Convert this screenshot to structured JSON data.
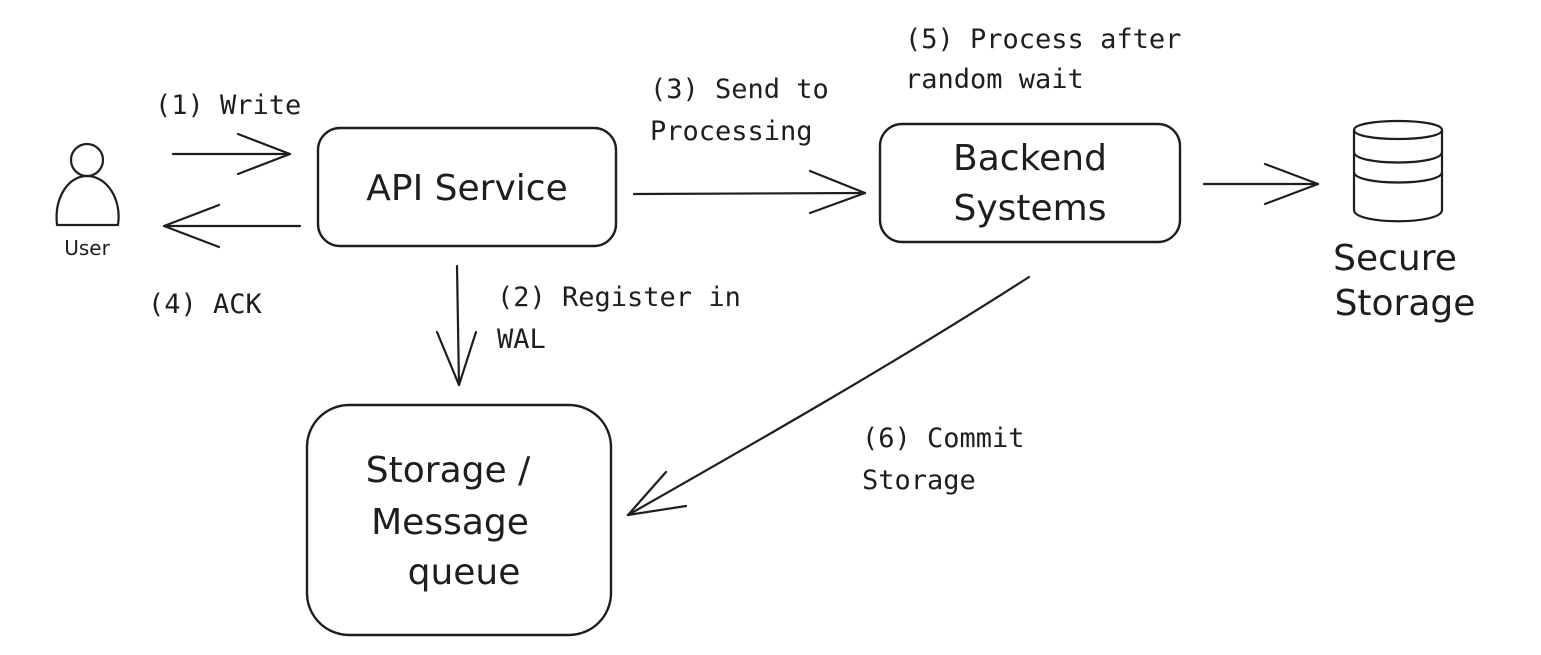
{
  "nodes": {
    "user": {
      "label": "User"
    },
    "api_service": {
      "label": "API Service"
    },
    "backend_systems": {
      "label_line1": "Backend",
      "label_line2": "Systems"
    },
    "storage_queue": {
      "label_line1": "Storage /",
      "label_line2": "Message",
      "label_line3": "queue"
    },
    "secure_storage": {
      "label_line1": "Secure",
      "label_line2": "Storage"
    }
  },
  "edges": {
    "write": {
      "label": "(1) Write"
    },
    "register": {
      "label_line1": "(2) Register in",
      "label_line2": "WAL"
    },
    "send_processing": {
      "label_line1": "(3) Send to",
      "label_line2": "Processing"
    },
    "ack": {
      "label": "(4) ACK"
    },
    "process_wait": {
      "label_line1": "(5) Process after",
      "label_line2": "random wait"
    },
    "commit": {
      "label_line1": "(6) Commit",
      "label_line2": "Storage"
    }
  },
  "colors": {
    "stroke": "#1e1e1e",
    "background": "#ffffff"
  }
}
